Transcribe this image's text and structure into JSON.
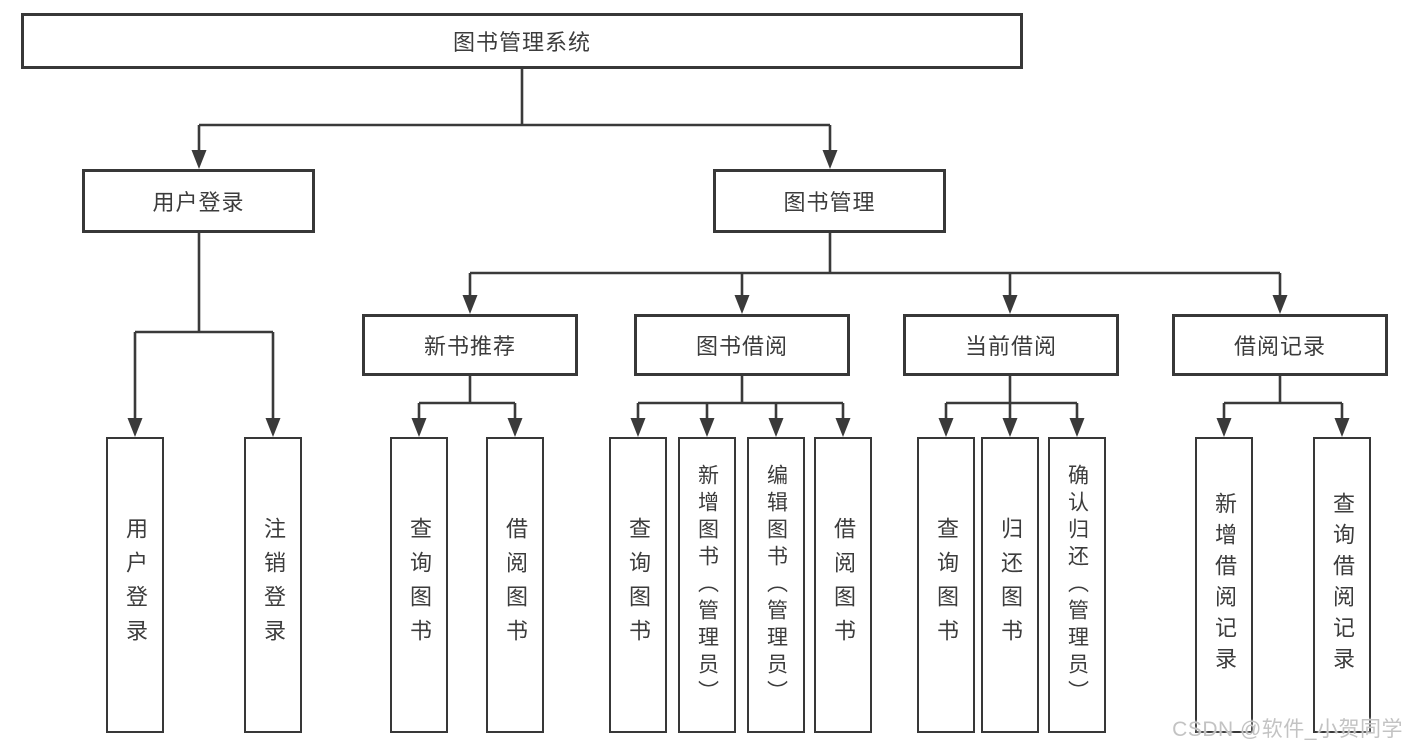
{
  "tree": {
    "root": {
      "label": "图书管理系统"
    },
    "branches": [
      {
        "label": "用户登录",
        "children": [
          {
            "label": "用户登录"
          },
          {
            "label": "注销登录"
          }
        ]
      },
      {
        "label": "图书管理",
        "children": [
          {
            "label": "新书推荐",
            "children": [
              {
                "label": "查询图书"
              },
              {
                "label": "借阅图书"
              }
            ]
          },
          {
            "label": "图书借阅",
            "children": [
              {
                "label": "查询图书"
              },
              {
                "label": "新增图书（管理员）"
              },
              {
                "label": "编辑图书（管理员）"
              },
              {
                "label": "借阅图书"
              }
            ]
          },
          {
            "label": "当前借阅",
            "children": [
              {
                "label": "查询图书"
              },
              {
                "label": "归还图书"
              },
              {
                "label": "确认归还（管理员）"
              }
            ]
          },
          {
            "label": "借阅记录",
            "children": [
              {
                "label": "新增借阅记录"
              },
              {
                "label": "查询借阅记录"
              }
            ]
          }
        ]
      }
    ]
  },
  "watermark": {
    "text": "CSDN @软件_小贺同学"
  },
  "colors": {
    "line": "#3a3a3a",
    "node_border": "#383838",
    "text": "#3c3c3c",
    "node_background": "#ffffff",
    "watermark": "#c3c3c3",
    "background": "#ffffff"
  }
}
